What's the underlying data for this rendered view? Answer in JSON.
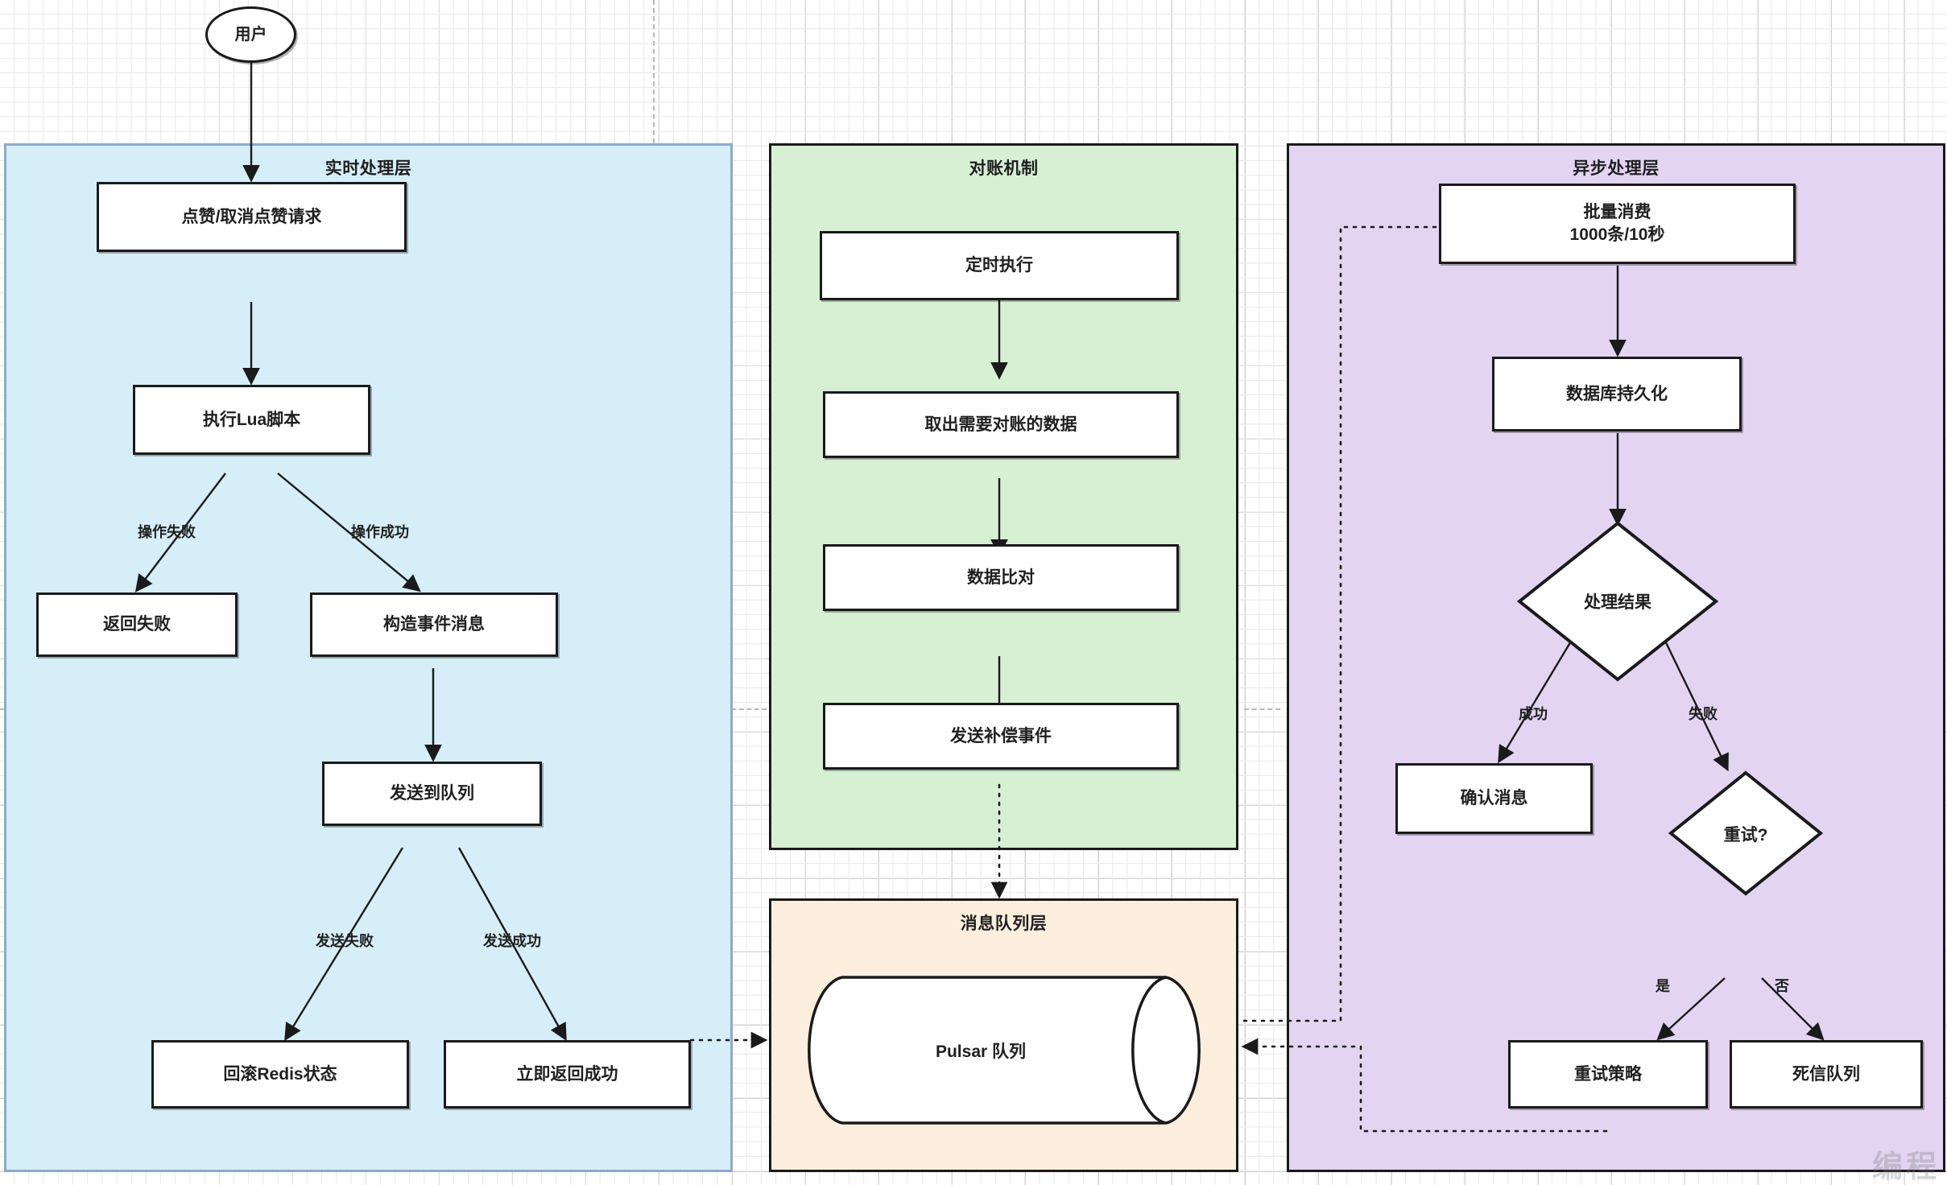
{
  "diagram": {
    "title_watermark": "编程",
    "pools": [
      {
        "id": "realtime",
        "label": "实时处理层",
        "fill": "#d6eef8",
        "stroke": "#8fa9cc"
      },
      {
        "id": "recon",
        "label": "对账机制",
        "fill": "#d7f0d4",
        "stroke": "#1a1a1a"
      },
      {
        "id": "async",
        "label": "异步处理层",
        "fill": "#e3d4f2",
        "stroke": "#1a1a1a"
      },
      {
        "id": "mq",
        "label": "消息队列层",
        "fill": "#fbeedd",
        "stroke": "#1a1a1a"
      }
    ],
    "nodes": [
      {
        "id": "user",
        "label": "用户",
        "shape": "ellipse"
      },
      {
        "id": "like-req",
        "label": "点赞/取消点赞请求",
        "shape": "rect"
      },
      {
        "id": "lua",
        "label": "执行Lua脚本",
        "shape": "rect"
      },
      {
        "id": "fail-ret",
        "label": "返回失败",
        "shape": "rect"
      },
      {
        "id": "build-msg",
        "label": "构造事件消息",
        "shape": "rect"
      },
      {
        "id": "send-queue",
        "label": "发送到队列",
        "shape": "rect"
      },
      {
        "id": "rollback",
        "label": "回滚Redis状态",
        "shape": "rect"
      },
      {
        "id": "ret-ok",
        "label": "立即返回成功",
        "shape": "rect"
      },
      {
        "id": "cron",
        "label": "定时执行",
        "shape": "rect"
      },
      {
        "id": "fetch",
        "label": "取出需要对账的数据",
        "shape": "rect"
      },
      {
        "id": "compare",
        "label": "数据比对",
        "shape": "rect"
      },
      {
        "id": "compensate",
        "label": "发送补偿事件",
        "shape": "rect"
      },
      {
        "id": "pulsar",
        "label": "Pulsar 队列",
        "shape": "cylinder"
      },
      {
        "id": "batch",
        "label": "批量消费\n1000条/10秒",
        "shape": "rect"
      },
      {
        "id": "persist",
        "label": "数据库持久化",
        "shape": "rect"
      },
      {
        "id": "result",
        "label": "处理结果",
        "shape": "diamond"
      },
      {
        "id": "ack",
        "label": "确认消息",
        "shape": "rect"
      },
      {
        "id": "retry-q",
        "label": "重试?",
        "shape": "diamond"
      },
      {
        "id": "retry-pol",
        "label": "重试策略",
        "shape": "rect"
      },
      {
        "id": "dlq",
        "label": "死信队列",
        "shape": "rect"
      }
    ],
    "edge_labels": [
      {
        "id": "op-fail",
        "text": "操作失败"
      },
      {
        "id": "op-ok",
        "text": "操作成功"
      },
      {
        "id": "send-fail",
        "text": "发送失败"
      },
      {
        "id": "send-ok",
        "text": "发送成功"
      },
      {
        "id": "res-ok",
        "text": "成功"
      },
      {
        "id": "res-fail",
        "text": "失败"
      },
      {
        "id": "retry-yes",
        "text": "是"
      },
      {
        "id": "retry-no",
        "text": "否"
      }
    ]
  }
}
